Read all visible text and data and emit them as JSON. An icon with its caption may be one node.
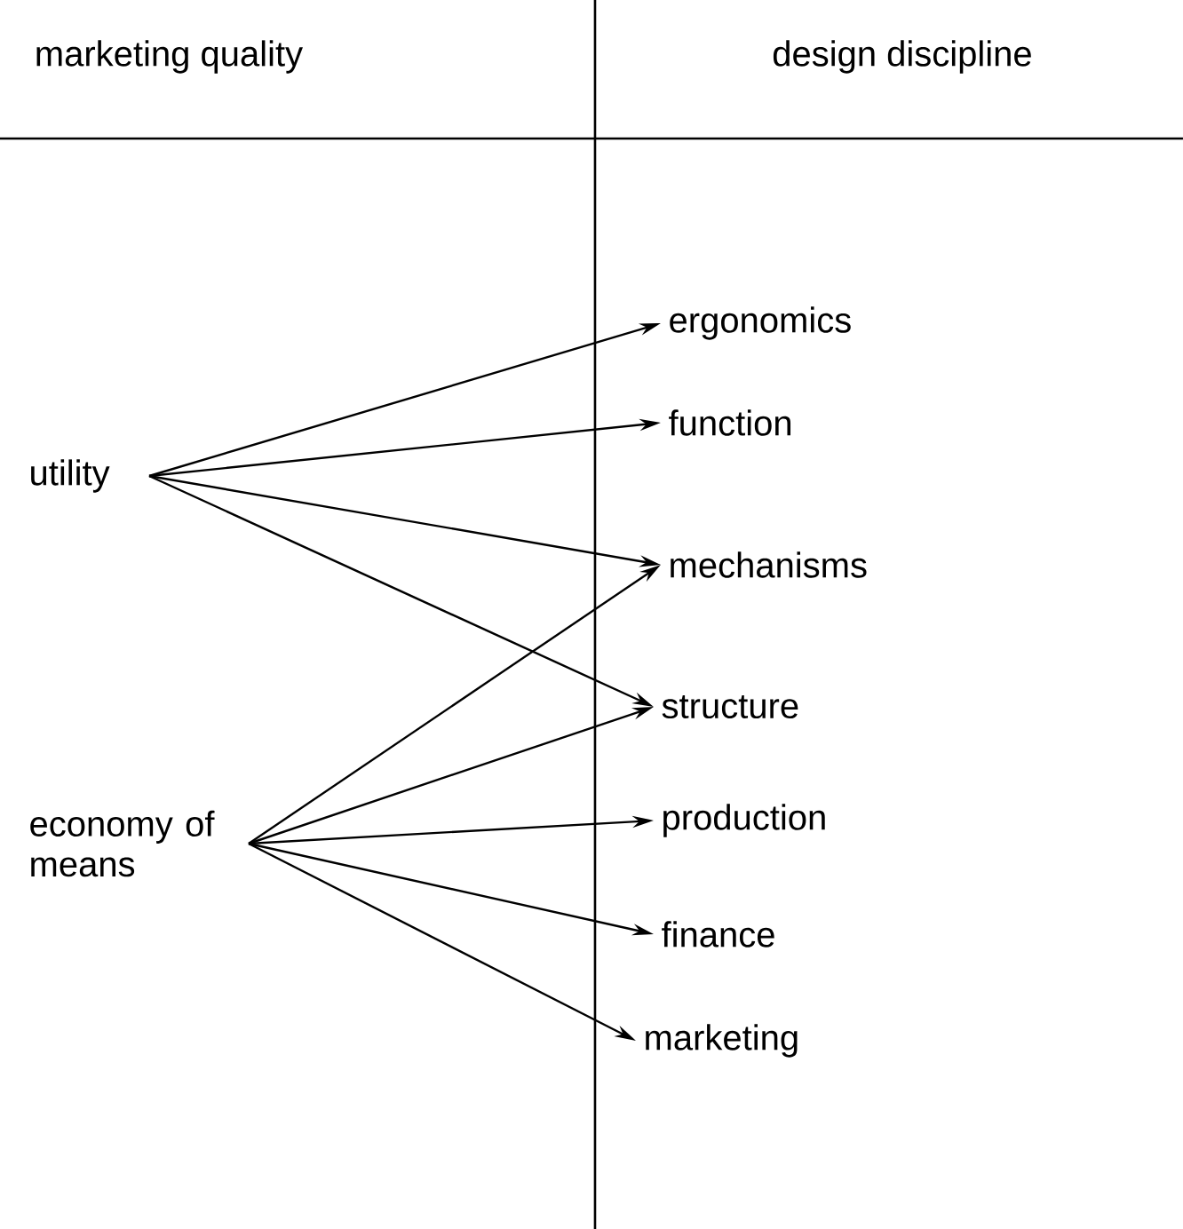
{
  "diagram": {
    "nodes": [
      {
        "text": [
          "utility"
        ]
      },
      {
        "text": [
          "economy of means"
        ]
      },
      {
        "text": [
          "ergonomics"
        ]
      },
      {
        "text": [
          "function"
        ]
      },
      {
        "text": [
          "mechanisms"
        ]
      },
      {
        "text": [
          "structure"
        ]
      },
      {
        "text": [
          "production"
        ]
      },
      {
        "text": [
          "finance"
        ]
      },
      {
        "text": [
          "marketing"
        ]
      }
    ],
    "edges": [
      {
        "from": 0,
        "to": 2,
        "arrow": "to"
      },
      {
        "from": 0,
        "to": 3,
        "arrow": "to"
      },
      {
        "from": 0,
        "to": 4,
        "arrow": "to"
      },
      {
        "from": 0,
        "to": 5,
        "arrow": "to"
      },
      {
        "from": 1,
        "to": 4,
        "arrow": "to"
      },
      {
        "from": 1,
        "to": 5,
        "arrow": "to"
      },
      {
        "from": 1,
        "to": 6,
        "arrow": "to"
      },
      {
        "from": 1,
        "to": 7,
        "arrow": "to"
      },
      {
        "from": 1,
        "to": 8,
        "arrow": "to"
      }
    ],
    "labels": [
      "marketing quality",
      "design discipline"
    ]
  }
}
